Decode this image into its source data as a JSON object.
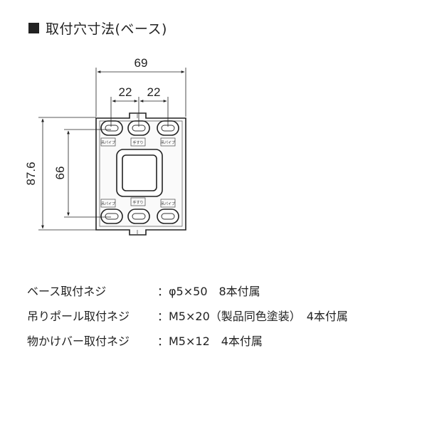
{
  "heading": {
    "title": "取付穴寸法(ベース)"
  },
  "diagram": {
    "dims": {
      "width_total": "69",
      "pitch_left": "22",
      "pitch_right": "22",
      "height_total": "87.6",
      "height_inner": "66"
    },
    "small_labels": {
      "top_left": "吊パイプ",
      "top_center": "手すり",
      "top_right": "吊パイプ",
      "bottom_left": "吊パイプ",
      "bottom_center": "手すり",
      "bottom_right": "吊パイプ"
    }
  },
  "specs": [
    {
      "name": "ベース取付ネジ",
      "value": "：φ5×50　8本付属"
    },
    {
      "name": "吊りポール取付ネジ",
      "value": "：M5×20（製品同色塗装）　4本付属"
    },
    {
      "name": "物かけバー取付ネジ",
      "value": "：M5×12　4本付属"
    }
  ]
}
